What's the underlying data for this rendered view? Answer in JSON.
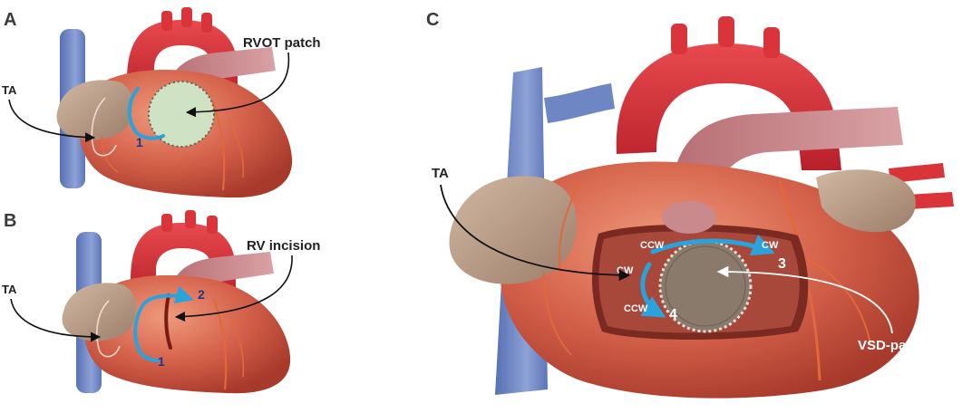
{
  "panels": [
    {
      "letter": "A",
      "labels": {
        "ta": "TA",
        "patch": "RVOT patch"
      },
      "steps": [
        "1"
      ]
    },
    {
      "letter": "B",
      "labels": {
        "ta": "TA",
        "incision": "RV incision"
      },
      "steps": [
        "1",
        "2"
      ]
    },
    {
      "letter": "C",
      "labels": {
        "ta": "TA",
        "vsd": "VSD-patch"
      },
      "steps": [
        "3",
        "4"
      ],
      "directions": {
        "ccw_top": "CCW",
        "cw_top": "CW",
        "cw_left": "CW",
        "ccw_bottom": "CCW"
      }
    }
  ],
  "colors": {
    "myocardium": "#c9553f",
    "myocardium_light": "#e07a5f",
    "aorta": "#d9343a",
    "pulmonary": "#c98a8e",
    "vena_cava": "#6e86c4",
    "atrium": "#b89a84",
    "patch_green": "#cfe3c4",
    "patch_brown": "#8a7a6c",
    "suture": "#2aa3dc",
    "vessel": "#e0683a"
  }
}
